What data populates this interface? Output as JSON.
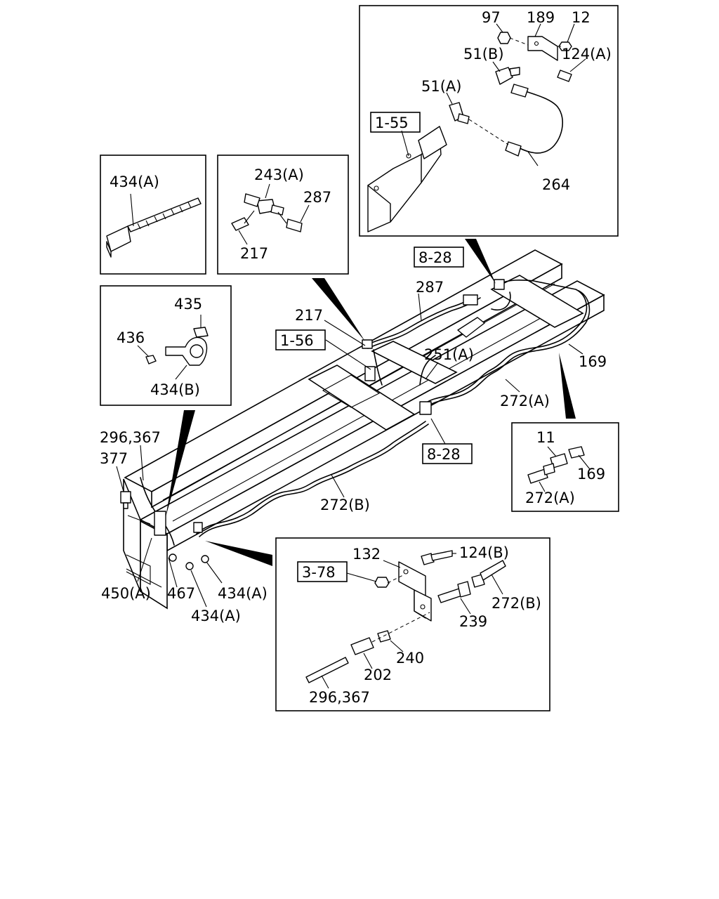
{
  "labels": {
    "inset_top": {
      "l97": "97",
      "l189": "189",
      "l12": "12",
      "l51b": "51(B)",
      "l124a": "124(A)",
      "l51a": "51(A)",
      "ref155": "1-55",
      "l264": "264"
    },
    "inset_clip": {
      "l434a": "434(A)"
    },
    "inset_tee": {
      "l243a": "243(A)",
      "l287": "287",
      "l217": "217"
    },
    "inset_clamp": {
      "l435": "435",
      "l436": "436",
      "l434b": "434(B)"
    },
    "main": {
      "ref828_top": "8-28",
      "l287": "287",
      "l217": "217",
      "ref156": "1-56",
      "l251a": "251(A)",
      "l169": "169",
      "l272a": "272(A)",
      "ref828_mid": "8-28",
      "l296_367": "296,367",
      "l377": "377",
      "l272b": "272(B)",
      "l450a": "450(A)",
      "l467": "467",
      "l434a_1": "434(A)",
      "l434a_2": "434(A)"
    },
    "inset_union": {
      "l11": "11",
      "l169": "169",
      "l272a": "272(A)"
    },
    "inset_bottom": {
      "l132": "132",
      "l124b": "124(B)",
      "ref378": "3-78",
      "l272b": "272(B)",
      "l239": "239",
      "l240": "240",
      "l202": "202",
      "l296_367": "296,367"
    }
  }
}
